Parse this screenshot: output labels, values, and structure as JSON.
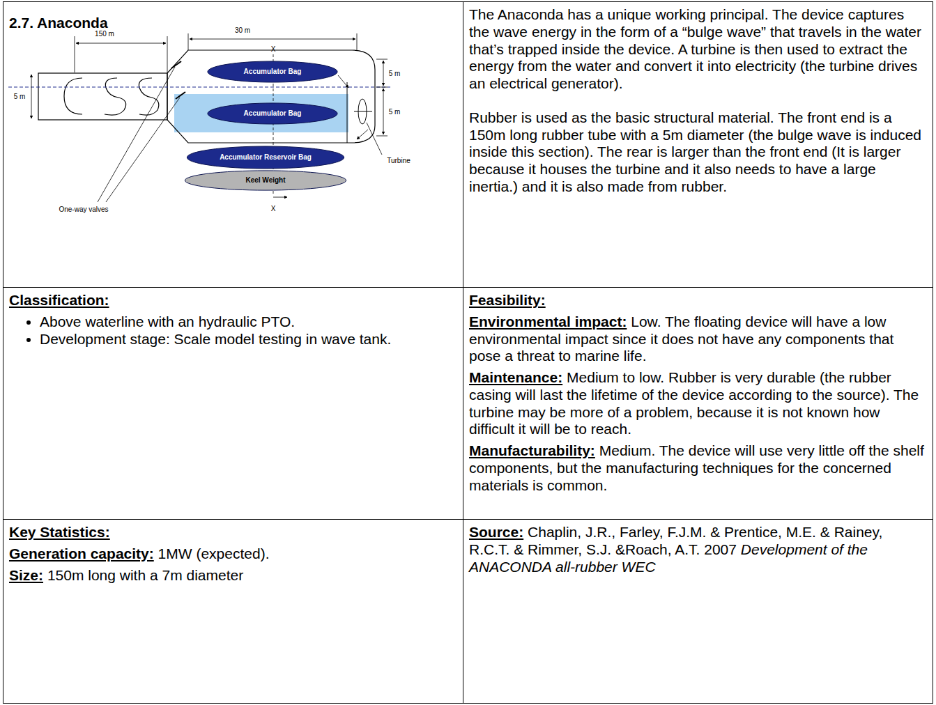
{
  "diagram": {
    "nodes": [
      {
        "text": [
          "2.7. Anaconda"
        ]
      },
      {
        "text": [
          "Accumulator Bag"
        ],
        "in": 0
      },
      {
        "text": [
          "Accumulator Bag"
        ],
        "in": 0
      },
      {
        "text": [
          "Accumulator Reservoir Bag"
        ],
        "in": 0
      },
      {
        "text": [
          "Keel Weight"
        ],
        "in": 0
      },
      {
        "text": [
          "The Anaconda has a unique working principal. The device captures the wave energy in the form of a “bulge wave” that travels in the water that’s trapped inside the device. A turbine is then used to extract the energy from the water and convert it into electricity (the turbine drives an electrical generator).",
          "Rubber is used as the basic structural material. The front end is a 150m long rubber tube with a 5m diameter (the bulge wave is induced inside this section). The rear is larger than the front end (It is larger because it houses the turbine and it also needs to have a large inertia.) and it is also made from rubber."
        ]
      },
      {
        "text": [
          "Classification:",
          "Above waterline with an hydraulic PTO.",
          "Development stage: Scale model testing in wave tank."
        ]
      },
      {
        "text": [
          "Feasibility:",
          "Environmental impact:",
          "Low. The floating device will have a low environmental impact since it does not have any components that pose a threat to marine life.",
          "Maintenance:",
          "Medium to low. Rubber is very durable (the rubber casing will last the lifetime of the device according to the source). The turbine may be more of a problem, because it is not known how difficult it will be to reach.",
          "Manufacturability:",
          "Medium. The device will use very little off the shelf components, but the manufacturing techniques for the concerned materials is common."
        ]
      },
      {
        "text": [
          "Key Statistics:",
          "Generation capacity:",
          "1MW (expected).",
          "Size:",
          "150m long with a 7m diameter"
        ]
      },
      {
        "text": [
          "Source:",
          "Chaplin, J.R., Farley, F.J.M. & Prentice, M.E. & Rainey, R.C.T. & Rimmer, S.J. &Roach, A.T. 2007",
          "Development of the ANACONDA all-rubber WEC"
        ]
      }
    ],
    "labels": [
      "150 m",
      "30 m",
      "X",
      "5 m",
      "5 m",
      "5 m",
      "One-way valves",
      "Turbine",
      "X"
    ]
  }
}
